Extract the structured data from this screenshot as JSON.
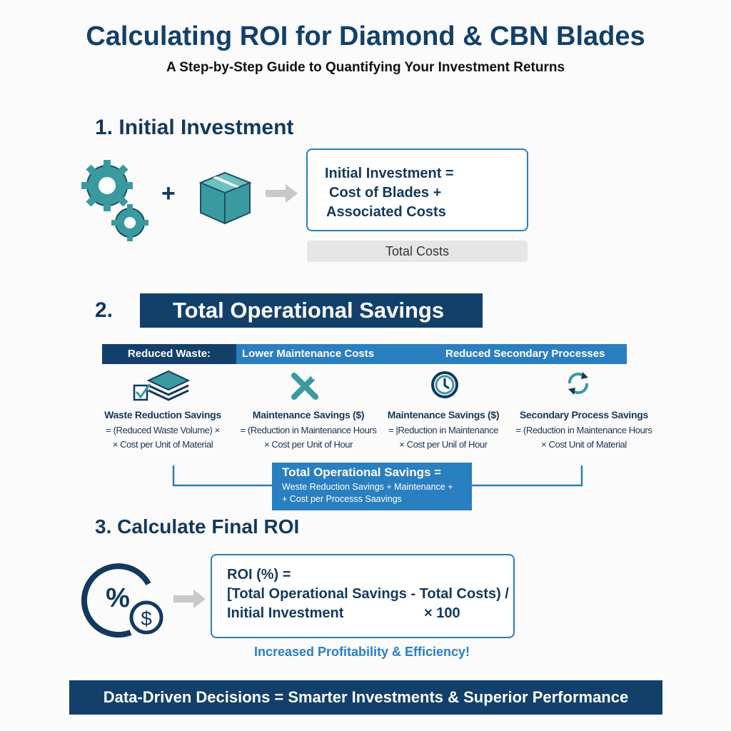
{
  "header": {
    "title": "Calculating ROI for Diamond & CBN Blades",
    "subtitle": "A Step-by-Step Guide to Quantifying Your Investment Returns"
  },
  "step1": {
    "heading": "1. Initial Investment",
    "plus": "+",
    "formula": [
      "Initial Investment =",
      "Cost of Blades +",
      "Associated Costs"
    ],
    "total_label": "Total Costs"
  },
  "step2": {
    "number": "2.",
    "heading": "Total Operational Savings",
    "band": [
      "Reduced Waste:",
      "Lower Maintenance Costs",
      "Reduced Secondary Processes"
    ],
    "columns": [
      {
        "title": "Waste Reduction Savings",
        "line1": "= (Reduced Waste Volume) ×",
        "line2": "× Cost per Unit of Material"
      },
      {
        "title": "Maintenance Savings ($)",
        "line1": "= (Reduction in Maintenance Hours",
        "line2": "× Cost per Unit of Hour"
      },
      {
        "title": "Maintenance Savings ($)",
        "line1": "= |Reduction in Maintenance",
        "line2": "× Cost per Unil of Hour"
      },
      {
        "title": "Secondary Process Savings",
        "line1": "= (Reduction in Maintenance Hours",
        "line2": "× Cost  Unit of Material"
      }
    ],
    "total": {
      "title": "Total Operational Savings =",
      "line1": "Weste Reduction Savings + Maintenance +",
      "line2": "+ Cost per Processs Saavings"
    }
  },
  "step3": {
    "heading": "3. Calculate Final ROI",
    "formula": [
      "ROI (%) =",
      "[Total Operational Savings - Total Costs) /",
      "Initial Investment"
    ],
    "multiplier": "× 100",
    "tagline": "Increased Profitability & Efficiency!",
    "percent": "%",
    "dollar": "$"
  },
  "footer": {
    "text": "Data-Driven Decisions = Smarter Investments & Superior Performance"
  },
  "colors": {
    "navy": "#12406a",
    "teal": "#3a9aa0",
    "blue": "#2a7fc0"
  }
}
